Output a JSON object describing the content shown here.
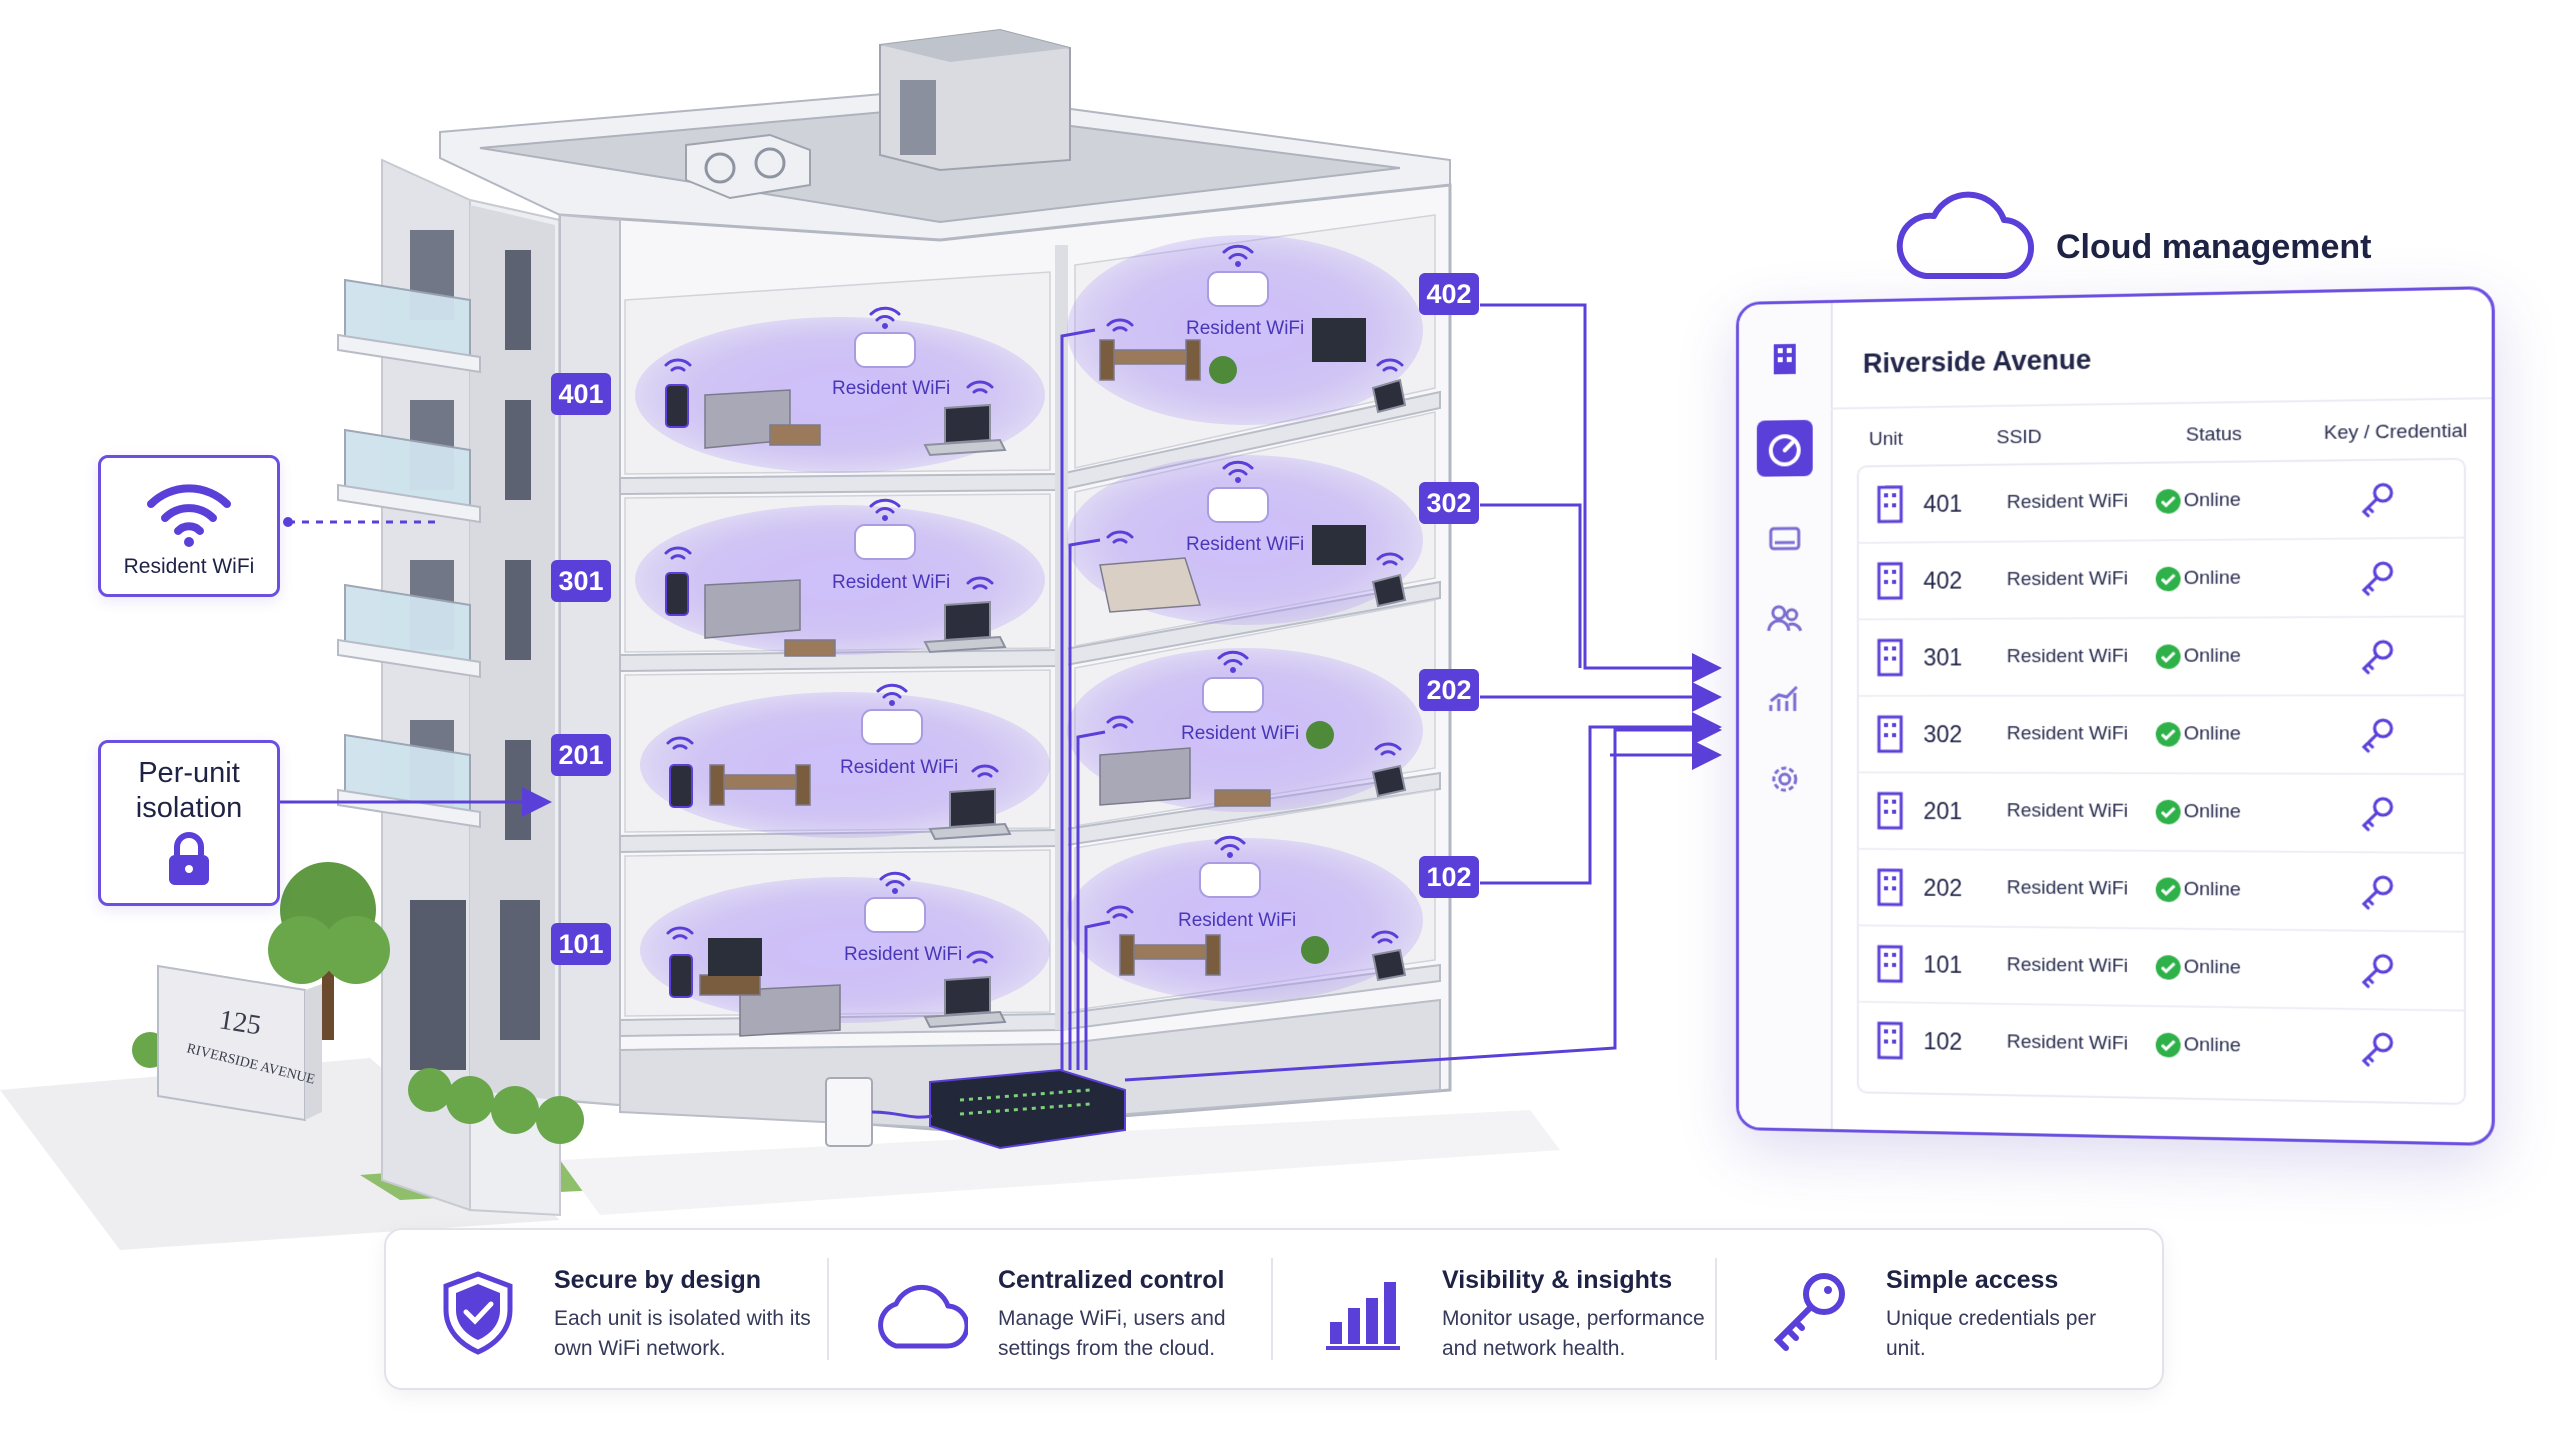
{
  "building": {
    "sign": {
      "number": "125",
      "street": "RIVERSIDE AVENUE"
    },
    "units": [
      "401",
      "301",
      "201",
      "101"
    ],
    "units_right": [
      "402",
      "302",
      "202",
      "102"
    ],
    "ssid_label": "Resident WiFi"
  },
  "callouts": {
    "resident_wifi": "Resident WiFi",
    "isolation_line1": "Per-unit",
    "isolation_line2": "isolation"
  },
  "cloud": {
    "title": "Cloud management",
    "panel_title": "Riverside Avenue",
    "columns": [
      "Unit",
      "SSID",
      "Status",
      "Key / Credential"
    ],
    "rows": [
      {
        "unit": "401",
        "ssid": "Resident WiFi",
        "status": "Online"
      },
      {
        "unit": "402",
        "ssid": "Resident WiFi",
        "status": "Online"
      },
      {
        "unit": "301",
        "ssid": "Resident WiFi",
        "status": "Online"
      },
      {
        "unit": "302",
        "ssid": "Resident WiFi",
        "status": "Online"
      },
      {
        "unit": "201",
        "ssid": "Resident WiFi",
        "status": "Online"
      },
      {
        "unit": "202",
        "ssid": "Resident WiFi",
        "status": "Online"
      },
      {
        "unit": "101",
        "ssid": "Resident WiFi",
        "status": "Online"
      },
      {
        "unit": "102",
        "ssid": "Resident WiFi",
        "status": "Online"
      }
    ]
  },
  "features": [
    {
      "title": "Secure by design",
      "desc": "Each unit is isolated with its own WiFi network.",
      "icon": "shield-check-icon"
    },
    {
      "title": "Centralized control",
      "desc": "Manage WiFi, users and settings from the cloud.",
      "icon": "cloud-icon"
    },
    {
      "title": "Visibility & insights",
      "desc": "Monitor usage, performance and network health.",
      "icon": "bar-chart-icon"
    },
    {
      "title": "Simple access",
      "desc": "Unique credentials per unit.",
      "icon": "key-icon"
    }
  ],
  "colors": {
    "accent": "#5b3fd9",
    "wifi_zone": "#b9a6f5",
    "online": "#2fb14a"
  }
}
